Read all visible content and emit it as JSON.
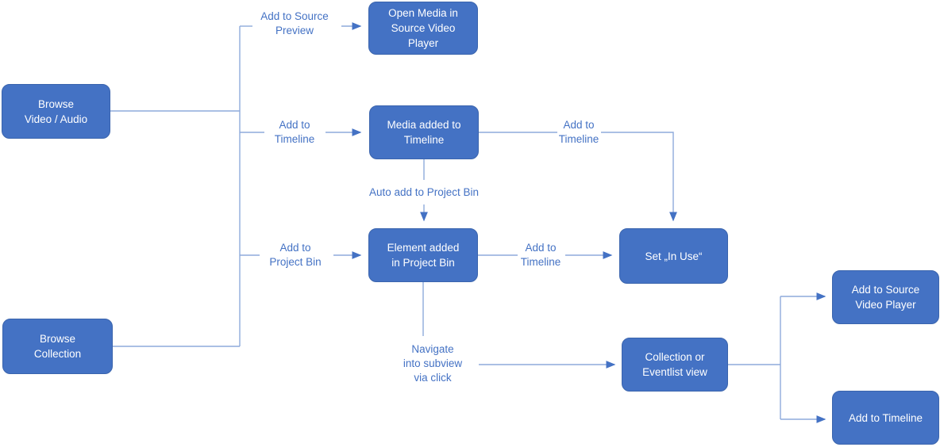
{
  "diagram": {
    "colors": {
      "node_fill": "#4472C4",
      "node_border": "#3A64AD",
      "node_text": "#FFFFFF",
      "connector_line": "#8EAADB",
      "arrowhead": "#4472C4",
      "edge_label_text": "#4472C4",
      "background": "#FFFFFF"
    },
    "nodes": [
      {
        "id": "browse-video-audio",
        "label": "Browse\nVideo / Audio"
      },
      {
        "id": "open-media-source-player",
        "label": "Open Media in\nSource Video\nPlayer"
      },
      {
        "id": "media-added-timeline",
        "label": "Media added to\nTimeline"
      },
      {
        "id": "element-added-project-bin",
        "label": "Element added\nin Project Bin"
      },
      {
        "id": "set-in-use",
        "label": "Set „In Use“"
      },
      {
        "id": "browse-collection",
        "label": "Browse\nCollection"
      },
      {
        "id": "collection-eventlist-view",
        "label": "Collection or\nEventlist view"
      },
      {
        "id": "add-to-source-video-player",
        "label": "Add to Source\nVideo Player"
      },
      {
        "id": "add-to-timeline-final",
        "label": "Add to Timeline"
      }
    ],
    "edge_labels": [
      {
        "id": "add-to-source-preview",
        "text": "Add to Source\nPreview"
      },
      {
        "id": "add-to-timeline-mid",
        "text": "Add to\nTimeline"
      },
      {
        "id": "add-to-project-bin",
        "text": "Add to\nProject Bin"
      },
      {
        "id": "auto-add-to-project-bin",
        "text": "Auto add to Project Bin"
      },
      {
        "id": "add-to-timeline-upper",
        "text": "Add to\nTimeline"
      },
      {
        "id": "add-to-timeline-lower",
        "text": "Add to\nTimeline"
      },
      {
        "id": "navigate-into-subview",
        "text": "Navigate\ninto subview\nvia click"
      }
    ]
  }
}
